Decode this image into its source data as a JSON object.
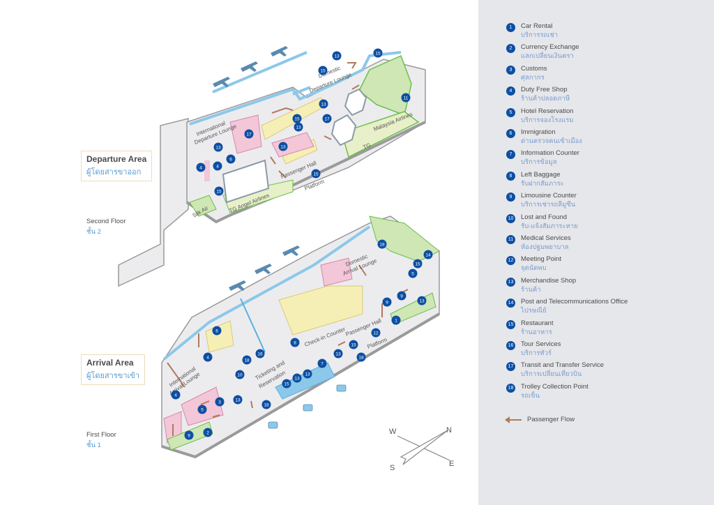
{
  "departure": {
    "title": "Departure Area",
    "title_th": "ผู้โดยสารขาออก",
    "floor": "Second  Floor",
    "floor_th": "ชั้น 2",
    "labels": {
      "intl_lounge_1": "International",
      "intl_lounge_2": "Departure Lounge",
      "dom_lounge_1": "Domestic",
      "dom_lounge_2": "Departure Lounge",
      "passenger_hall": "Passenger Hall",
      "platform": "Platform",
      "malaysia": "Malaysia Airlines",
      "tg": "TG",
      "silk_air": "Silk Air",
      "tg_angel": "TG Angel Airlines"
    },
    "markers": [
      "15",
      "13",
      "15",
      "13",
      "15",
      "17",
      "13",
      "11",
      "17",
      "13",
      "13",
      "4",
      "4",
      "6",
      "15",
      "15"
    ]
  },
  "arrival": {
    "title": "Arrival Area",
    "title_th": "ผู้โดยสารขาเข้า",
    "floor": "First Floor",
    "floor_th": "ชั้น 1",
    "labels": {
      "intl_lounge_1": "International",
      "intl_lounge_2": "Arrival Lounge",
      "dom_lounge_1": "Domestic",
      "dom_lounge_2": "Arrival Lounge",
      "checkin": "Check-in Counter",
      "passenger_hall": "Passenger Hall",
      "platform": "Platform",
      "ticketing_1": "Ticketing and",
      "ticketing_2": "Reservation"
    },
    "markers": [
      "18",
      "14",
      "15",
      "5",
      "9",
      "9",
      "13",
      "1",
      "12",
      "15",
      "13",
      "18",
      "8",
      "16",
      "18",
      "6",
      "4",
      "10",
      "4",
      "3",
      "5",
      "13",
      "15",
      "13",
      "13",
      "7",
      "18",
      "9",
      "2"
    ]
  },
  "compass": {
    "n": "N",
    "s": "S",
    "e": "E",
    "w": "W"
  },
  "legend": {
    "items": [
      {
        "num": "1",
        "en": "Car Rental",
        "th": "บริการรถเช่า"
      },
      {
        "num": "2",
        "en": "Currency Exchange",
        "th": "แลกเปลี่ยนเงินตรา"
      },
      {
        "num": "3",
        "en": "Customs",
        "th": "ศุลกากร"
      },
      {
        "num": "4",
        "en": "Duty Free Shop",
        "th": "ร้านค้าปลอดภาษี"
      },
      {
        "num": "5",
        "en": "Hotel Reservation",
        "th": "บริการจองโรงแรม"
      },
      {
        "num": "6",
        "en": "Immigration",
        "th": "ด่านตรวจคนเข้าเมือง"
      },
      {
        "num": "7",
        "en": "Information Counter",
        "th": "บริการข้อมูล"
      },
      {
        "num": "8",
        "en": "Left Baggage",
        "th": "รับฝากสัมภาระ"
      },
      {
        "num": "9",
        "en": "Limousine Counter",
        "th": "บริการเช่ารถลีมูซีน"
      },
      {
        "num": "10",
        "en": "Lost and Found",
        "th": "รับ-แจ้งสัมภาระหาย"
      },
      {
        "num": "11",
        "en": "Medical Services",
        "th": "ห้องปฐมพยาบาล"
      },
      {
        "num": "12",
        "en": "Meeting Point",
        "th": "จุดนัดพบ"
      },
      {
        "num": "13",
        "en": "Merchandise Shop",
        "th": "ร้านค้า"
      },
      {
        "num": "14",
        "en": "Post and Telecommunications Office",
        "th": "ไปรษณีย์"
      },
      {
        "num": "15",
        "en": "Restaurant",
        "th": "ร้านอาหาร"
      },
      {
        "num": "16",
        "en": "Tour Services",
        "th": "บริการทัวร์"
      },
      {
        "num": "17",
        "en": "Transit and Transfer Service",
        "th": "บริการเปลี่ยนเที่ยวบิน"
      },
      {
        "num": "18",
        "en": "Trolley Collection Point",
        "th": "รถเข็น"
      }
    ],
    "flow_label": "Passenger Flow"
  },
  "colors": {
    "marker": "#0d4fa3",
    "flow": "#b07a5c",
    "glass": "#8cc8ea",
    "shop_yellow": "#f6efb5",
    "shop_pink": "#f3c6d8",
    "green": "#cfe6b5",
    "green_dark": "#6bbf4a",
    "floor": "#ececef",
    "legend_bg": "#e6e7ea"
  }
}
